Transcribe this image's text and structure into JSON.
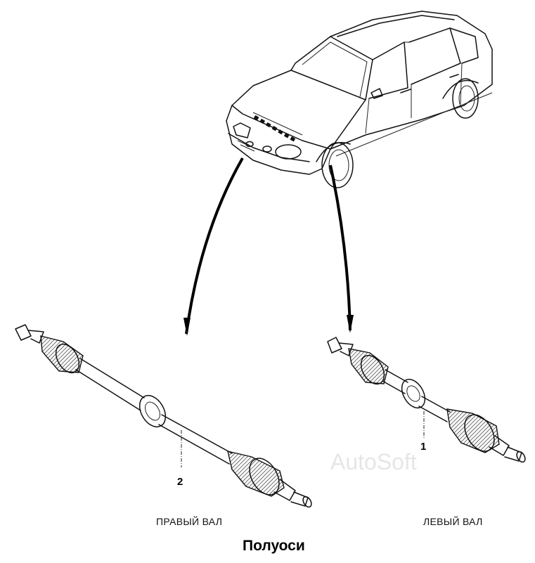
{
  "caption": "Полуоси",
  "watermark": "AutoSoft",
  "parts": [
    {
      "number": "2",
      "label": "ПРАВЫЙ ВАЛ"
    },
    {
      "number": "1",
      "label": "ЛЕВЫЙ ВАЛ"
    }
  ],
  "colors": {
    "ink": "#111111",
    "background": "#ffffff",
    "watermark": "#e6e6e6"
  }
}
